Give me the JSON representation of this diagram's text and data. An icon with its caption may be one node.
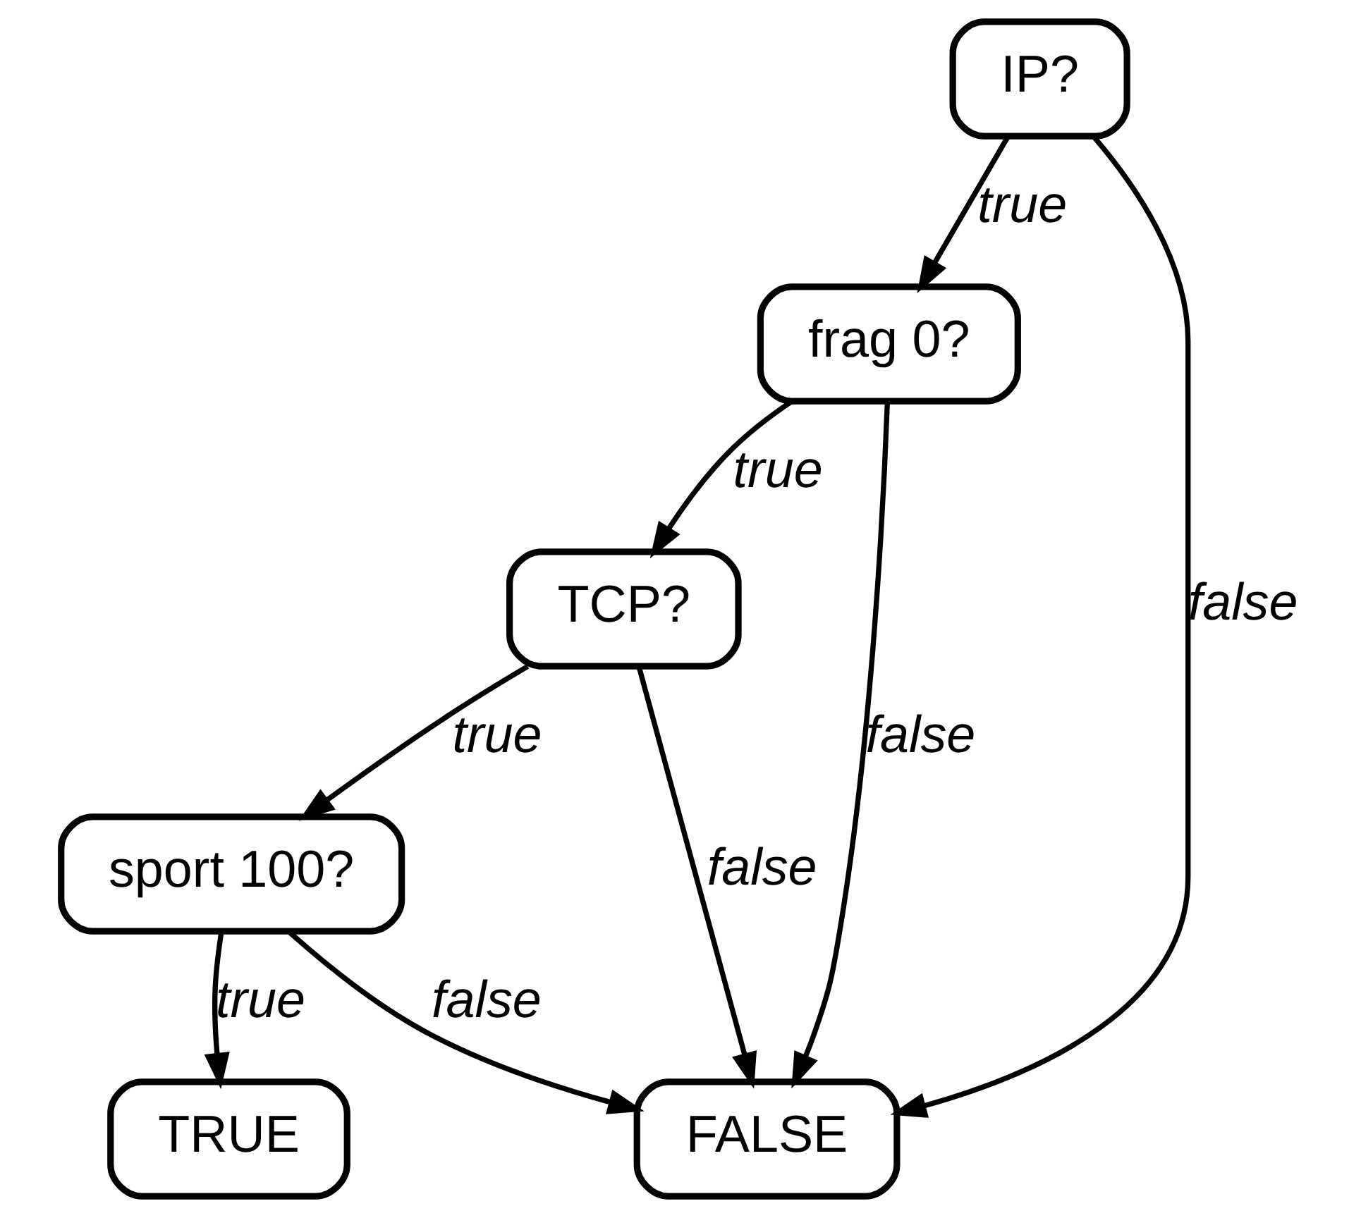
{
  "diagram": {
    "nodes": [
      {
        "text": [
          "IP?"
        ]
      },
      {
        "text": [
          "frag 0?"
        ]
      },
      {
        "text": [
          "TCP?"
        ]
      },
      {
        "text": [
          "sport 100?"
        ]
      },
      {
        "text": [
          "FALSE"
        ]
      },
      {
        "text": [
          "TRUE"
        ]
      }
    ],
    "edges": [
      {
        "from": 0,
        "to": 1,
        "arrow": "to",
        "label": "true"
      },
      {
        "from": 0,
        "to": 4,
        "arrow": "to",
        "label": "false"
      },
      {
        "from": 1,
        "to": 2,
        "arrow": "to",
        "label": "true"
      },
      {
        "from": 1,
        "to": 4,
        "arrow": "to",
        "label": "false"
      },
      {
        "from": 2,
        "to": 3,
        "arrow": "to",
        "label": "true"
      },
      {
        "from": 2,
        "to": 4,
        "arrow": "to",
        "label": "false"
      },
      {
        "from": 3,
        "to": 5,
        "arrow": "to",
        "label": "true"
      },
      {
        "from": 3,
        "to": 4,
        "arrow": "to",
        "label": "false"
      }
    ]
  }
}
